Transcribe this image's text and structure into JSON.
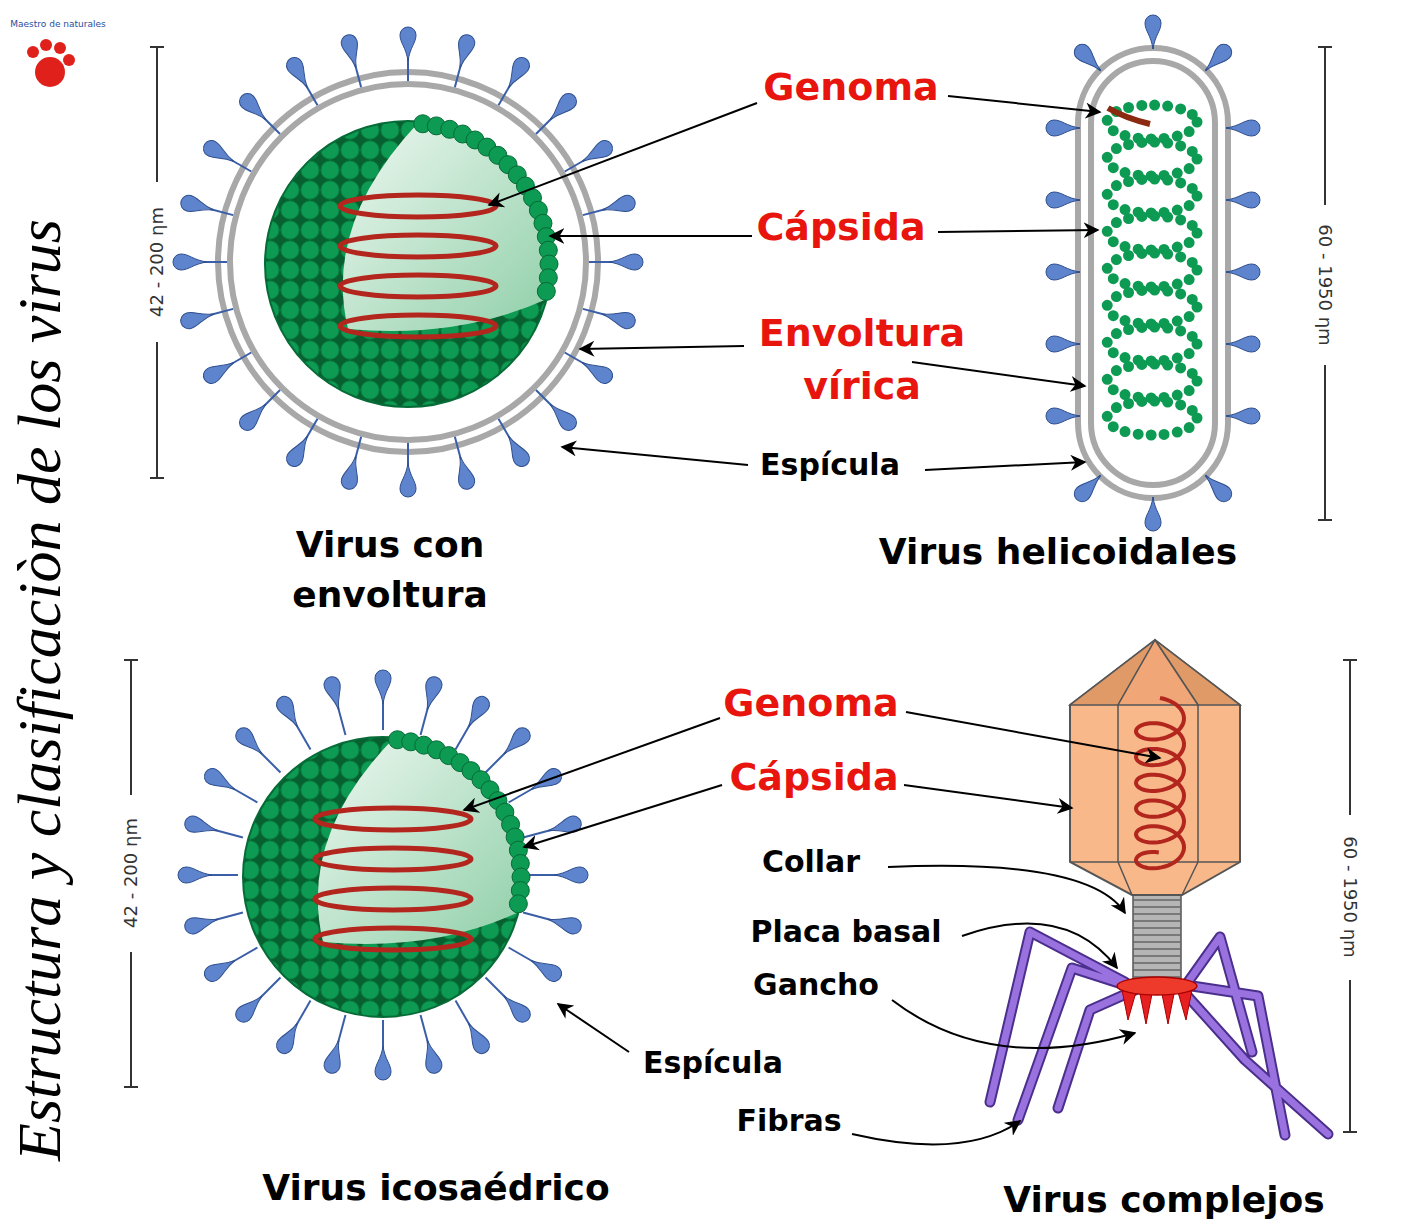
{
  "diagram": {
    "title": "Estructura y clasificaciòn de los virus",
    "labels": [
      "Maestro de naturales",
      "Genoma",
      "Cápsida",
      "Envoltura vírica",
      "Espícula",
      "Virus con envoltura",
      "Virus helicoidales",
      "42 - 200 ηm",
      "60 - 1950 ηm",
      "Genoma",
      "Cápsida",
      "Collar",
      "Placa basal",
      "Gancho",
      "Espícula",
      "Fibras",
      "Virus icosaédrico",
      "Virus complejos",
      "42 - 200 ηm",
      "60 - 1950 ηm"
    ]
  }
}
